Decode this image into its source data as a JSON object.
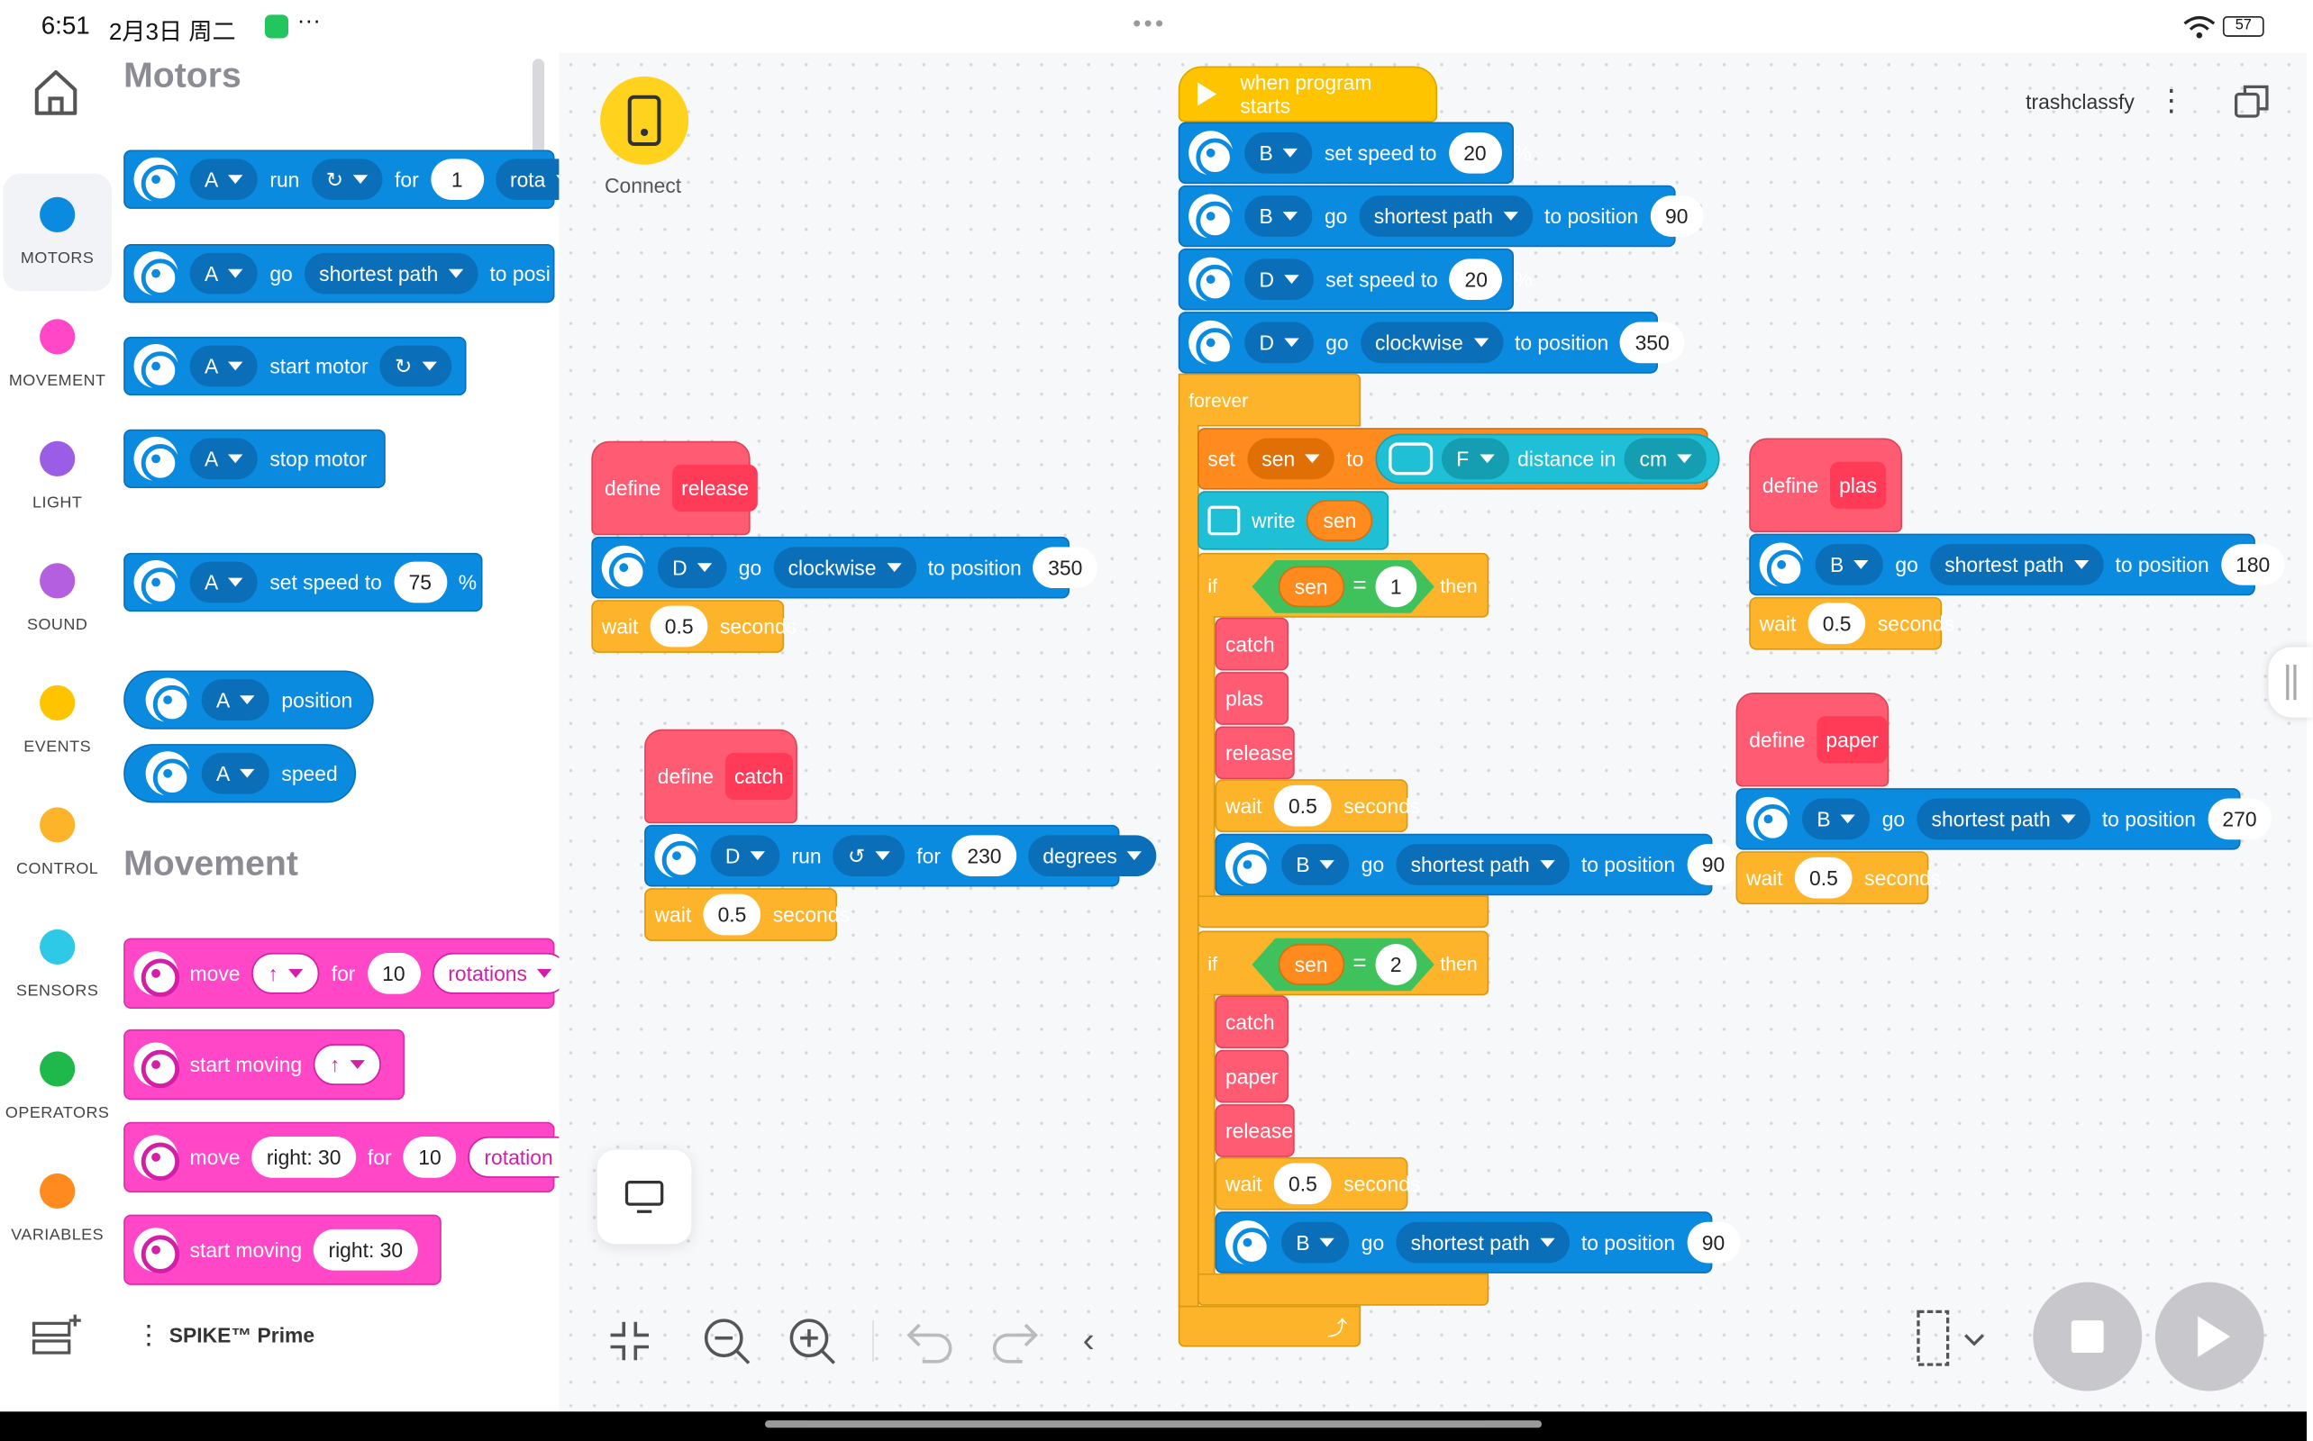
{
  "status_bar": {
    "time": "6:51",
    "date": "2月3日 周二",
    "more": "···",
    "handle": "•••",
    "battery": "57"
  },
  "categories": [
    {
      "label": "MOTORS",
      "color": "#0b8be0"
    },
    {
      "label": "MOVEMENT",
      "color": "#ff47c8"
    },
    {
      "label": "LIGHT",
      "color": "#9b5de5"
    },
    {
      "label": "SOUND",
      "color": "#b45fe0"
    },
    {
      "label": "EVENTS",
      "color": "#ffc400"
    },
    {
      "label": "CONTROL",
      "color": "#fdb42a"
    },
    {
      "label": "SENSORS",
      "color": "#2dc9e6"
    },
    {
      "label": "OPERATORS",
      "color": "#1fb84a"
    },
    {
      "label": "VARIABLES",
      "color": "#ff8a1e"
    }
  ],
  "palette": {
    "motors_title": "Motors",
    "movement_title": "Movement",
    "device": "SPIKE™ Prime",
    "m1": {
      "port": "A",
      "run": "run",
      "for": "for",
      "val": "1",
      "unit": "rota"
    },
    "m2": {
      "port": "A",
      "go": "go",
      "path": "shortest path",
      "to": "to posi"
    },
    "m3": {
      "port": "A",
      "text": "start motor"
    },
    "m4": {
      "port": "A",
      "text": "stop motor"
    },
    "m5": {
      "port": "A",
      "text": "set speed to",
      "val": "75",
      "pct": "%"
    },
    "m6": {
      "port": "A",
      "text": "position"
    },
    "m7": {
      "port": "A",
      "text": "speed"
    },
    "v1": {
      "move": "move",
      "for": "for",
      "val": "10",
      "unit": "rotations"
    },
    "v2": {
      "text": "start moving"
    },
    "v3": {
      "move": "move",
      "steer": "right: 30",
      "for": "for",
      "val": "10",
      "unit": "rotation"
    },
    "v4": {
      "text": "start moving",
      "steer": "right: 30"
    }
  },
  "header": {
    "connect": "Connect",
    "project": "trashclassfy"
  },
  "program": {
    "start": "when program starts",
    "s1": {
      "port": "B",
      "text": "set speed to",
      "val": "20",
      "pct": "%"
    },
    "s2": {
      "port": "B",
      "go": "go",
      "path": "shortest path",
      "to": "to position",
      "val": "90"
    },
    "s3": {
      "port": "D",
      "text": "set speed to",
      "val": "20",
      "pct": "%"
    },
    "s4": {
      "port": "D",
      "go": "go",
      "path": "clockwise",
      "to": "to position",
      "val": "350"
    },
    "forever": "forever",
    "set": {
      "set": "set",
      "var": "sen",
      "to": "to",
      "port": "F",
      "sensor": "distance in",
      "unit": "cm"
    },
    "write": {
      "text": "write",
      "var": "sen"
    },
    "if1": {
      "if": "if",
      "var": "sen",
      "eq": "=",
      "val": "1",
      "then": "then"
    },
    "if1_calls": [
      "catch",
      "plas",
      "release"
    ],
    "if1_wait": {
      "wait": "wait",
      "val": "0.5",
      "unit": "seconds"
    },
    "if1_go": {
      "port": "B",
      "go": "go",
      "path": "shortest path",
      "to": "to position",
      "val": "90"
    },
    "if2": {
      "if": "if",
      "var": "sen",
      "eq": "=",
      "val": "2",
      "then": "then"
    },
    "if2_calls": [
      "catch",
      "paper",
      "release"
    ],
    "if2_wait": {
      "wait": "wait",
      "val": "0.5",
      "unit": "seconds"
    },
    "if2_go": {
      "port": "B",
      "go": "go",
      "path": "shortest path",
      "to": "to position",
      "val": "90"
    }
  },
  "def_release": {
    "define": "define",
    "name": "release",
    "port": "D",
    "go": "go",
    "path": "clockwise",
    "to": "to position",
    "val": "350",
    "wait": "wait",
    "wval": "0.5",
    "unit": "seconds"
  },
  "def_catch": {
    "define": "define",
    "name": "catch",
    "port": "D",
    "run": "run",
    "for": "for",
    "val": "230",
    "deg": "degrees",
    "wait": "wait",
    "wval": "0.5",
    "unit": "seconds"
  },
  "def_plas": {
    "define": "define",
    "name": "plas",
    "port": "B",
    "go": "go",
    "path": "shortest path",
    "to": "to position",
    "val": "180",
    "wait": "wait",
    "wval": "0.5",
    "unit": "seconds"
  },
  "def_paper": {
    "define": "define",
    "name": "paper",
    "port": "B",
    "go": "go",
    "path": "shortest path",
    "to": "to position",
    "val": "270",
    "wait": "wait",
    "wval": "0.5",
    "unit": "seconds"
  }
}
